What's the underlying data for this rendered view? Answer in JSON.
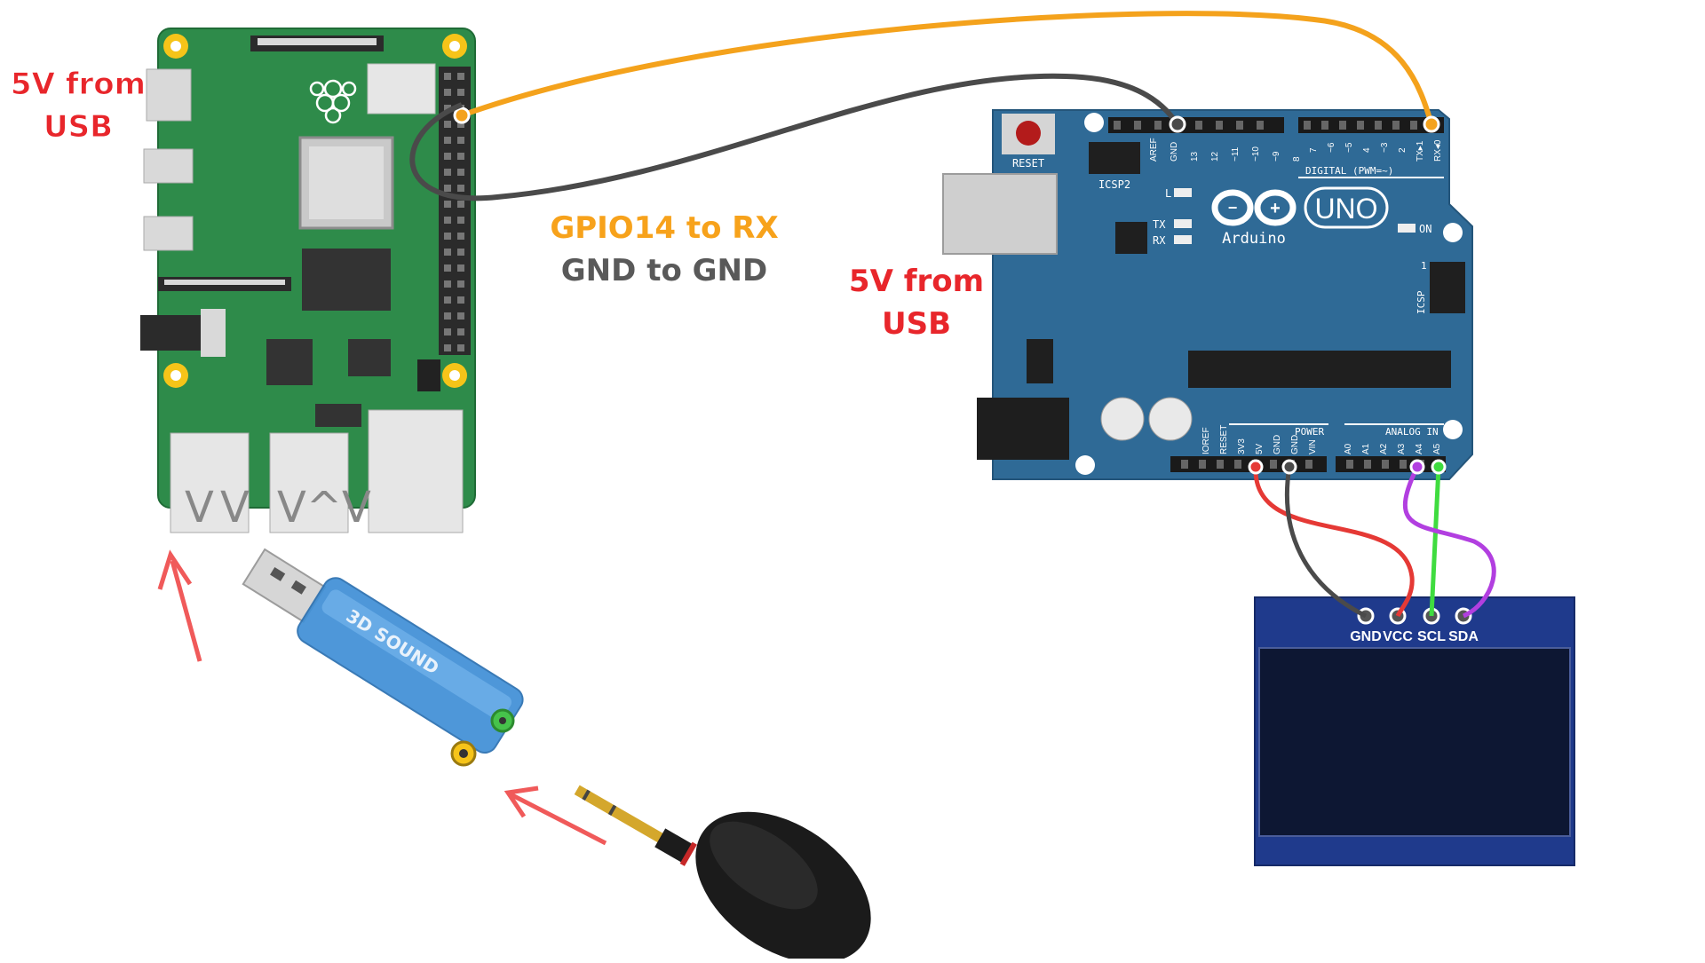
{
  "annotations": {
    "rpi_power_line1": "5V from",
    "rpi_power_line2": "USB",
    "uart_line1": "GPIO14 to RX",
    "uart_line2": "GND to GND",
    "arduino_power_line1": "5V from",
    "arduino_power_line2": "USB"
  },
  "arduino": {
    "reset": "RESET",
    "icsp2": "ICSP2",
    "icsp": "ICSP",
    "icsp_pin1": "1",
    "digital": "DIGITAL (PWM=~)",
    "l": "L",
    "tx": "TX",
    "rx": "RX",
    "on": "ON",
    "uno": "UNO",
    "brand": "Arduino",
    "power": "POWER",
    "analog_in": "ANALOG IN",
    "digital_pins": [
      "AREF",
      "GND",
      "13",
      "12",
      "~11",
      "~10",
      "~9",
      "8",
      "7",
      "~6",
      "~5",
      "4",
      "~3",
      "2",
      "TX▸1",
      "RX◂0"
    ],
    "power_pins": [
      "IOREF",
      "RESET",
      "3V3",
      "5V",
      "GND",
      "GND",
      "VIN"
    ],
    "analog_pins": [
      "A0",
      "A1",
      "A2",
      "A3",
      "A4",
      "A5"
    ]
  },
  "oled": {
    "pins": [
      "GND",
      "VCC",
      "SCL",
      "SDA"
    ]
  },
  "sound_card": {
    "label": "3D SOUND"
  },
  "colors": {
    "label_red": "#e8262b",
    "label_orange": "#f7a21b",
    "label_gray": "#595959",
    "wire_orange": "#f4a21c",
    "wire_gray": "#4a4a4a",
    "wire_red": "#e53935",
    "wire_green": "#3fdc3f",
    "wire_purple": "#b23fe0",
    "rpi_board": "#2e8b4a",
    "arduino_board": "#2f6a96",
    "oled_board": "#1f3a8c"
  }
}
